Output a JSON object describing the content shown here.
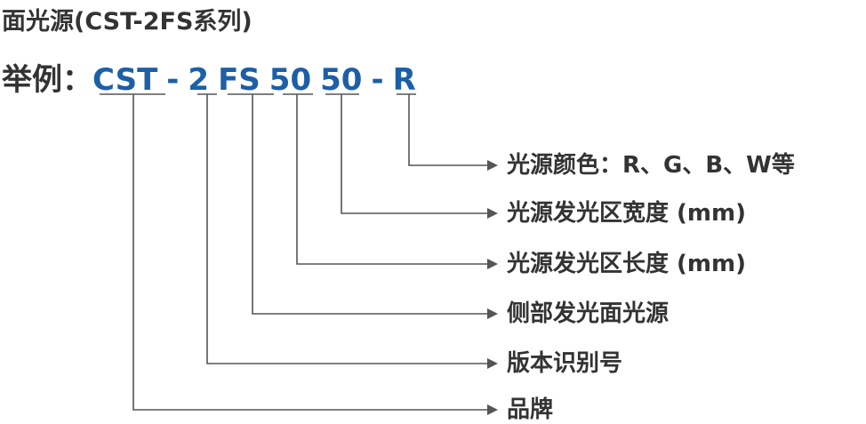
{
  "title": "面光源(CST-2FS系列)",
  "example": {
    "label": "举例：",
    "parts": [
      "CST",
      "-",
      "2",
      "FS",
      "50",
      "50",
      "-",
      "R"
    ]
  },
  "descriptions": [
    "光源颜色：R、G、B、W等",
    "光源发光区宽度 (mm)",
    "光源发光区长度 (mm)",
    "侧部发光面光源",
    "版本识别号",
    "品牌"
  ],
  "colors": {
    "code": "#1d5fa7",
    "text": "#333333",
    "line": "#555555"
  }
}
